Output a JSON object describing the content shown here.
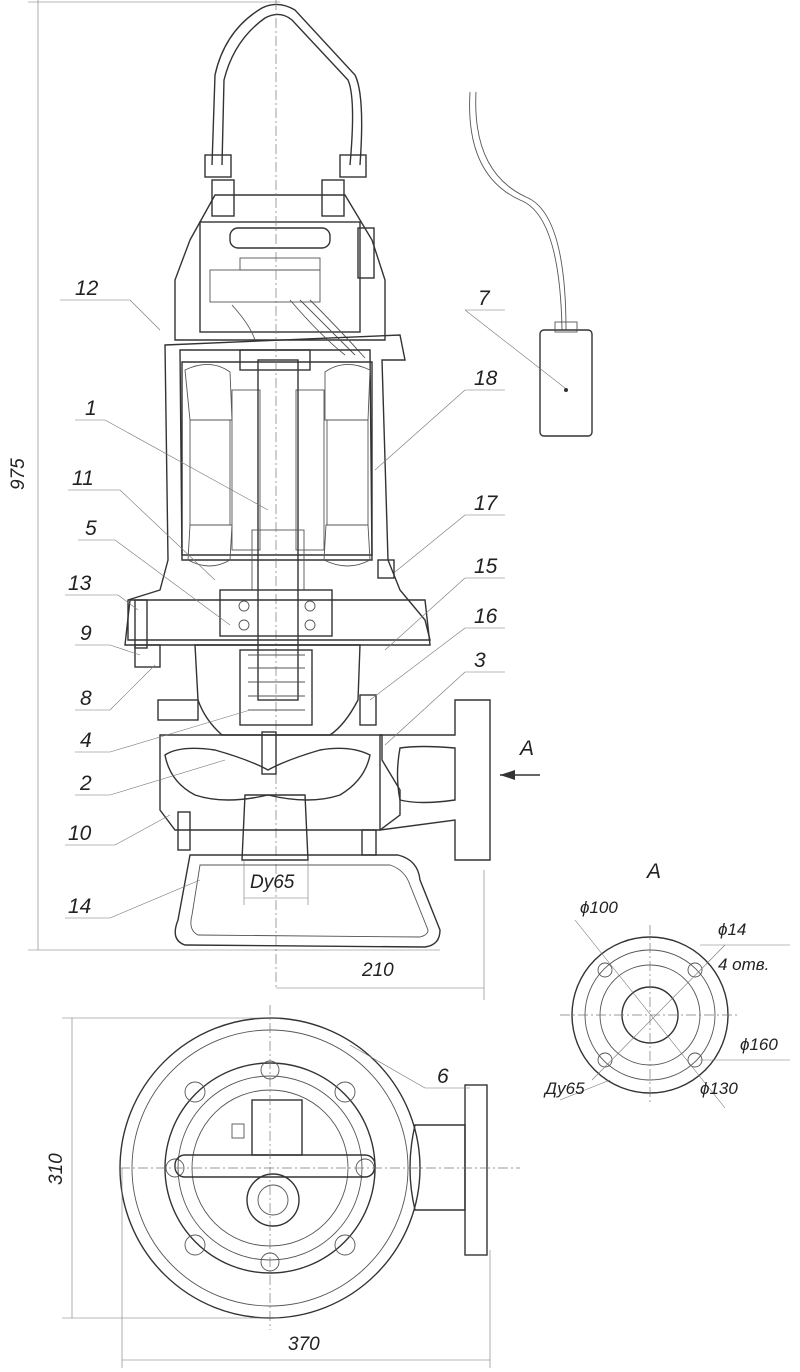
{
  "callouts": {
    "p1": "1",
    "p2": "2",
    "p3": "3",
    "p4": "4",
    "p5": "5",
    "p6": "6",
    "p7": "7",
    "p8": "8",
    "p9": "9",
    "p10": "10",
    "p11": "11",
    "p12": "12",
    "p13": "13",
    "p14": "14",
    "p15": "15",
    "p16": "16",
    "p17": "17",
    "p18": "18"
  },
  "dimensions": {
    "height": "975",
    "outlet_offset": "210",
    "plan_depth": "310",
    "plan_width": "370",
    "inlet": "Dy65"
  },
  "view_a": {
    "title": "A",
    "arrow_label": "A",
    "d_inner": "ϕ100",
    "d_hole": "ϕ14",
    "holes": "4 отв.",
    "d_outer": "ϕ160",
    "d_pcd": "ϕ130",
    "bore": "Ду65"
  }
}
